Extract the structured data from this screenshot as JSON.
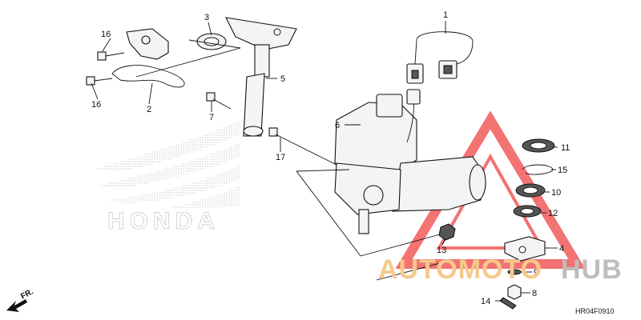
{
  "diagram": {
    "code": "HR04F0910",
    "front_label": "FR.",
    "brand_logo_text": "HONDA",
    "callouts": {
      "c1": "1",
      "c2": "2",
      "c3": "3",
      "c4": "4",
      "c5": "5",
      "c6": "6",
      "c7": "7",
      "c8": "8",
      "c9": "9",
      "c10": "10",
      "c11": "11",
      "c12": "12",
      "c13": "13",
      "c14": "14",
      "c15": "15",
      "c16a": "16",
      "c16b": "16",
      "c17": "17"
    }
  },
  "watermark": {
    "text_a": "AUTOMOTO",
    "text_b": "HUB",
    "color_a": "#f5c98c",
    "color_b": "#bdbdbd",
    "triangle_color": "#f25a5a"
  },
  "icons": [
    "honda-wing-logo",
    "front-arrow-icon",
    "watermark-triangle-icon"
  ]
}
